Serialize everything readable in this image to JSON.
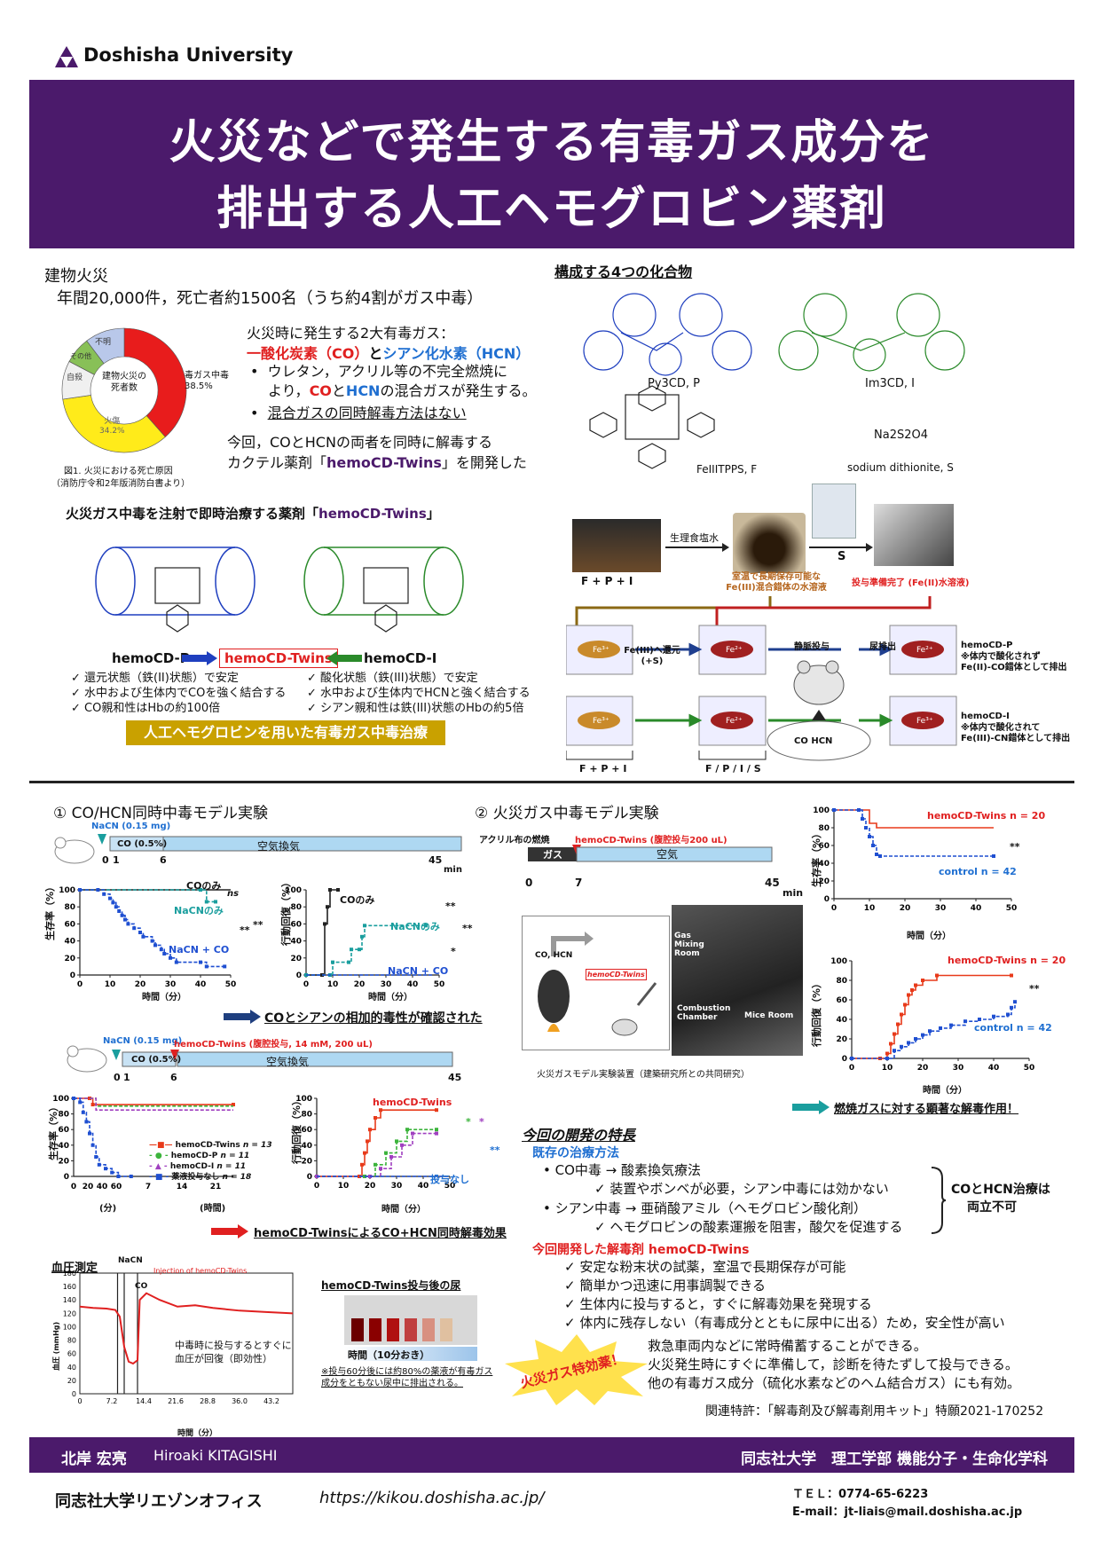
{
  "header": {
    "university": "Doshisha University",
    "title_line1": "火災などで発生する有毒ガス成分を",
    "title_line2": "排出する人工ヘモグロビン薬剤"
  },
  "intro": {
    "building_fire": "建物火災",
    "stats": "年間20,000件，死亡者約1500名（うち約4割がガス中毒）",
    "donut_center": "建物火災の\n死者数",
    "donut_caption1": "図1. 火災における死亡原因",
    "donut_caption2": "（消防庁令和2年版消防白書より）",
    "gases_head": "火災時に発生する2大有毒ガス：",
    "co": "一酸化炭素（CO）",
    "and": "と",
    "hcn": "シアン化水素（HCN）",
    "bullet1a": "ウレタン，アクリル等の不完全燃焼に",
    "bullet1b_pre": "より，",
    "bullet1b_co": "CO",
    "bullet1b_and": "と",
    "bullet1b_hcn": "HCN",
    "bullet1b_post": "の混合ガスが発生する。",
    "bullet2": "混合ガスの同時解毒方法はない",
    "develop1": "今回，COとHCNの両者を同時に解毒する",
    "develop2_pre": "カクテル薬剤「",
    "develop2_name": "hemoCD-Twins",
    "develop2_post": "」を開発した"
  },
  "donut": {
    "slices": [
      {
        "label": "毒ガス中毒",
        "value": 38.5,
        "value_label": "38.5%",
        "color": "#e81c1c"
      },
      {
        "label": "火傷",
        "value": 34.2,
        "value_label": "34.2%",
        "color": "#ffeb1a"
      },
      {
        "label": "自殺",
        "value": 10.0,
        "value_label": "",
        "color": "#f0f0f0"
      },
      {
        "label": "その他",
        "value": 7.0,
        "value_label": "",
        "color": "#88c057"
      },
      {
        "label": "不明",
        "value": 10.3,
        "value_label": "",
        "color": "#b9c8ea"
      }
    ]
  },
  "compounds": {
    "heading": "構成する4つの化合物",
    "py3cd": "Py3CD, P",
    "im3cd": "Im3CD, I",
    "fetpps": "FeIIITPPS, F",
    "na2s2o4": "Na2S2O4",
    "dithionite": "sodium dithionite, S"
  },
  "inject": {
    "heading_pre": "火災ガス中毒を注射で即時治療する薬剤「",
    "heading_name": "hemoCD-Twins",
    "heading_post": "」",
    "left_name": "hemoCD-P",
    "center_name": "hemoCD-Twins",
    "right_name": "hemoCD-I",
    "left_checks": [
      "還元状態（鉄(II)状態）で安定",
      "水中および生体内でCOを強く結合する",
      "CO親和性はHbの約100倍"
    ],
    "right_checks": [
      "酸化状態（鉄(III)状態）で安定",
      "水中および生体内でHCNと強く結合する",
      "シアン親和性は鉄(III)状態のHbの約5倍"
    ],
    "banner": "人工ヘモグロビンを用いた有毒ガス中毒治療"
  },
  "process": {
    "saline": "生理食塩水",
    "fpi": "F  +  P  +  I",
    "stable": "室温で長期保存可能な\nFe(III)混合錯体の水溶液",
    "s": "S",
    "ready": "投与準備完了 (Fe(II)水溶液)",
    "reduce": "Fe(III)へ還元\n(+S)",
    "inject": "静脈投与",
    "excrete": "尿排出",
    "co_hcn": "CO  HCN",
    "bottom_left": "F + P + I",
    "bottom_mid": "F / P / I / S",
    "out1_title": "hemoCD-P",
    "out1_text": "※体内で酸化されず\nFe(II)-CO錯体として排出",
    "out2_title": "hemoCD-I",
    "out2_text": "※体内で酸化されて\nFe(III)-CN錯体として排出"
  },
  "exp1": {
    "title": "① CO/HCN同時中毒モデル実験",
    "nacn": "NaCN (0.15 mg)",
    "co": "CO (0.5%)",
    "air": "空気換気",
    "min": "min",
    "conclusion": "COとシアンの相加的毒性が確認された",
    "timeline_ticks": [
      "0",
      "1",
      "6",
      "45"
    ],
    "surv_ylabel": "生存率（%）",
    "act_ylabel": "行動回復（%）",
    "xlabel": "時間（分）",
    "co_only": "COのみ",
    "nacn_only": "NaCNのみ",
    "nacn_co": "NaCN + CO",
    "ns": "ns",
    "sig": "**",
    "sig1": "*",
    "ticks_y": [
      "0",
      "20",
      "40",
      "60",
      "80",
      "100"
    ],
    "ticks_x": [
      "0",
      "10",
      "20",
      "30",
      "40",
      "50"
    ]
  },
  "exp1b": {
    "nacn": "NaCN (0.15 mg)",
    "hemo": "hemoCD-Twins (腹腔投与, 14 mM, 200 uL)",
    "co": "CO (0.5%)",
    "air": "空気換気",
    "ticks": [
      "0",
      "1",
      "6",
      "45"
    ],
    "legend": [
      {
        "label": "hemoCD-Twins",
        "n": "n = 13",
        "color": "#e83a1a"
      },
      {
        "label": "hemoCD-P",
        "n": "n = 11",
        "color": "#3cb43c"
      },
      {
        "label": "hemoCD-I",
        "n": "n = 11",
        "color": "#a040c0"
      },
      {
        "label": "薬液投与なし",
        "n": "n = 18",
        "color": "#1f4fd1"
      }
    ],
    "xticks": [
      "0",
      "20",
      "40",
      "60",
      "7",
      "14",
      "21"
    ],
    "xlabel1": "(分)",
    "xlabel2": "(時間)",
    "act_twins": "hemoCD-Twins",
    "act_none": "投与なし",
    "act_xticks": [
      "0",
      "10",
      "20",
      "30",
      "40",
      "50"
    ],
    "conclusion": "hemoCD-TwinsによるCO+HCN同時解毒効果"
  },
  "bp": {
    "title": "血圧測定",
    "nacn": "NaCN",
    "co": "CO",
    "inj": "Injection of hemoCD-Twins",
    "note1": "中毒時に投与するとすぐに",
    "note2": "血圧が回復（即効性）",
    "ylabel": "血圧 (mmHg)",
    "xlabel": "時間（分）",
    "yticks": [
      "0",
      "20",
      "40",
      "60",
      "80",
      "100",
      "120",
      "140",
      "160",
      "180"
    ],
    "xticks": [
      "0",
      "7.2",
      "14.4",
      "21.6",
      "28.8",
      "36.0",
      "43.2"
    ],
    "urine_title": "hemoCD-Twins投与後の尿",
    "urine_time": "時間（10分おき）",
    "urine_note": "※投与60分後には約80%の薬液が有毒ガス成分をともない尿中に排出される。"
  },
  "exp2": {
    "title": "② 火災ガス中毒モデル実験",
    "acrylic": "アクリル布の燃焼",
    "hemo": "hemoCD-Twins (腹腔投与200 uL)",
    "gas": "ガス",
    "air": "空気",
    "ticks": [
      "0",
      "7",
      "45"
    ],
    "min": "min",
    "co_hcn": "CO, HCN",
    "syringe": "hemoCD-Twins",
    "gas_mixing": "Gas Mixing Room",
    "combustion": "Combustion Chamber",
    "mice": "Mice Room",
    "caption": "火災ガスモデル実験装置（建築研究所との共同研究）",
    "surv_twins": "hemoCD-Twins n = 20",
    "surv_ctrl": "control n = 42",
    "act_twins": "hemoCD-Twins n = 20",
    "act_ctrl": "control n = 42",
    "sig": "**",
    "surv_ylabel": "生存率（%）",
    "act_ylabel": "行動回復（%）",
    "xlabel": "時間（分）",
    "conclusion": "燃焼ガスに対する顕著な解毒作用！"
  },
  "features": {
    "heading": "今回の開発の特長",
    "existing": "既存の治療方法",
    "co_line": "CO中毒 → 酸素換気療法",
    "co_sub": "装置やボンベが必要，シアン中毒には効かない",
    "hcn_line": "シアン中毒 → 亜硝酸アミル（ヘモグロビン酸化剤）",
    "hcn_sub": "ヘモグロビンの酸素運搬を阻害，酸欠を促進する",
    "brace1": "COとHCN治療は",
    "brace2": "両立不可",
    "new_head": "今回開発した解毒剤 hemoCD-Twins",
    "checks": [
      "安定な粉末状の試薬，室温で長期保存が可能",
      "簡単かつ迅速に用事調製できる",
      "生体内に投与すると，すぐに解毒効果を発現する",
      "体内に残存しない（有毒成分とともに尿中に出る）ため，安全性が高い"
    ],
    "burst": "火災ガス特効薬！",
    "extra": [
      "救急車両内などに常時備蓄することができる。",
      "火災発生時にすぐに準備して，診断を待たずして投与できる。",
      "他の有毒ガス成分（硫化水素などのヘム結合ガス）にも有効。"
    ],
    "patent": "関連特許：「解毒剤及び解毒剤用キット」特願2021-170252"
  },
  "footer": {
    "author_jp": "北岸 宏亮",
    "author_en": "Hiroaki KITAGISHI",
    "affil": "同志社大学　理工学部 機能分子・生命化学科",
    "office": "同志社大学リエゾンオフィス",
    "url": "https://kikou.doshisha.ac.jp/",
    "tel": "ＴＥＬ：0774-65-6223",
    "email": "E-mail：jt-liais@mail.doshisha.ac.jp"
  },
  "colors": {
    "purple": "#4b1a6b",
    "red": "#e02020",
    "blue": "#1f6fd1",
    "gold": "#c9a100"
  }
}
